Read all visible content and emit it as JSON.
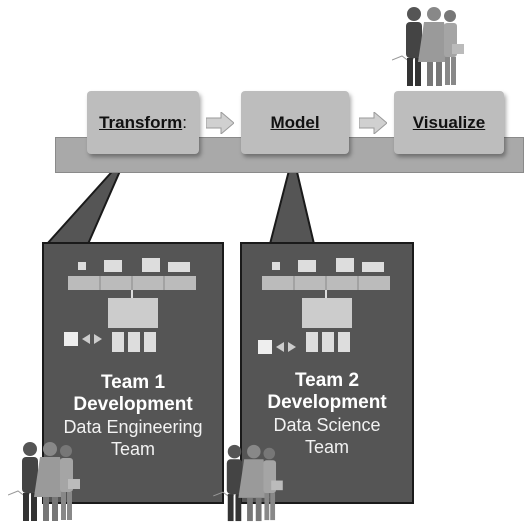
{
  "pipeline": {
    "steps": [
      {
        "label": "Transform",
        "suffix": ":"
      },
      {
        "label": "Model",
        "suffix": ""
      },
      {
        "label": "Visualize",
        "suffix": ""
      }
    ]
  },
  "teams": [
    {
      "line1": "Team 1",
      "line2": "Development",
      "line3": "Data Engineering",
      "line4": "Team"
    },
    {
      "line1": "Team 2",
      "line2": "Development",
      "line3": "Data Science",
      "line4": "Team"
    }
  ],
  "icons": [
    "people-group-icon",
    "server-architecture-icon",
    "database-icon"
  ]
}
